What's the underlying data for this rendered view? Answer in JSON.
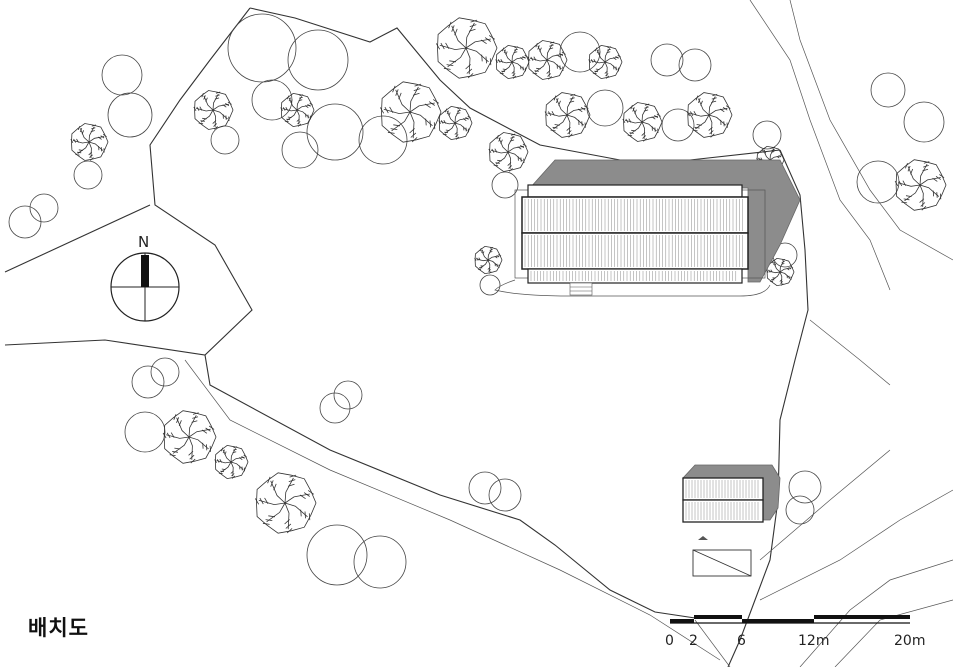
{
  "title": "배치도",
  "north_label": "N",
  "scale_bar": {
    "labels": [
      "0",
      "2",
      "6",
      "12m",
      "20m"
    ]
  },
  "colors": {
    "line": "#333333",
    "shadow": "#8c8c8c",
    "roof_fill": "#ffffff"
  },
  "icons": [
    "north-arrow-icon",
    "tree-icon"
  ]
}
